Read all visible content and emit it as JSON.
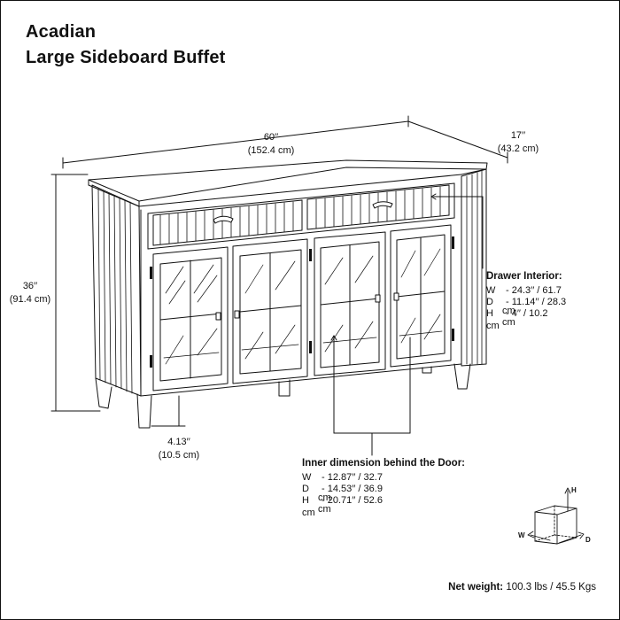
{
  "product": {
    "name": "Acadian",
    "type": "Large Sideboard Buffet"
  },
  "dimensions": {
    "width": {
      "imperial": "60′′",
      "metric": "(152.4 cm)"
    },
    "depth": {
      "imperial": "17′′",
      "metric": "(43.2 cm)"
    },
    "height": {
      "imperial": "36′′",
      "metric": "(91.4 cm)"
    },
    "clearance": {
      "imperial": "4.13′′",
      "metric": "(10.5 cm)"
    }
  },
  "drawer_interior": {
    "heading": "Drawer Interior:",
    "rows": [
      {
        "key": "W",
        "value": "- 24.3′′ / 61.7",
        "unit": ""
      },
      {
        "key": "D",
        "value": "- 11.14′′ / 28.3",
        "unit": "cm"
      },
      {
        "key": "H",
        "value": "- 4′′ / 10.2",
        "unit": "cm"
      }
    ],
    "trailing_unit": "cm"
  },
  "door_interior": {
    "heading": "Inner dimension behind the Door:",
    "rows": [
      {
        "key": "W",
        "value": "- 12.87′′ / 32.7",
        "unit": ""
      },
      {
        "key": "D",
        "value": "- 14.53′′ / 36.9",
        "unit": "cm"
      },
      {
        "key": "H",
        "value": "- 20.71′′ / 52.6",
        "unit": "cm"
      }
    ],
    "trailing_unit": "cm"
  },
  "axis_icon": {
    "h": "H",
    "w": "W",
    "d": "D"
  },
  "net_weight": {
    "label": "Net weight:",
    "value": "100.3 lbs / 45.5 Kgs"
  }
}
